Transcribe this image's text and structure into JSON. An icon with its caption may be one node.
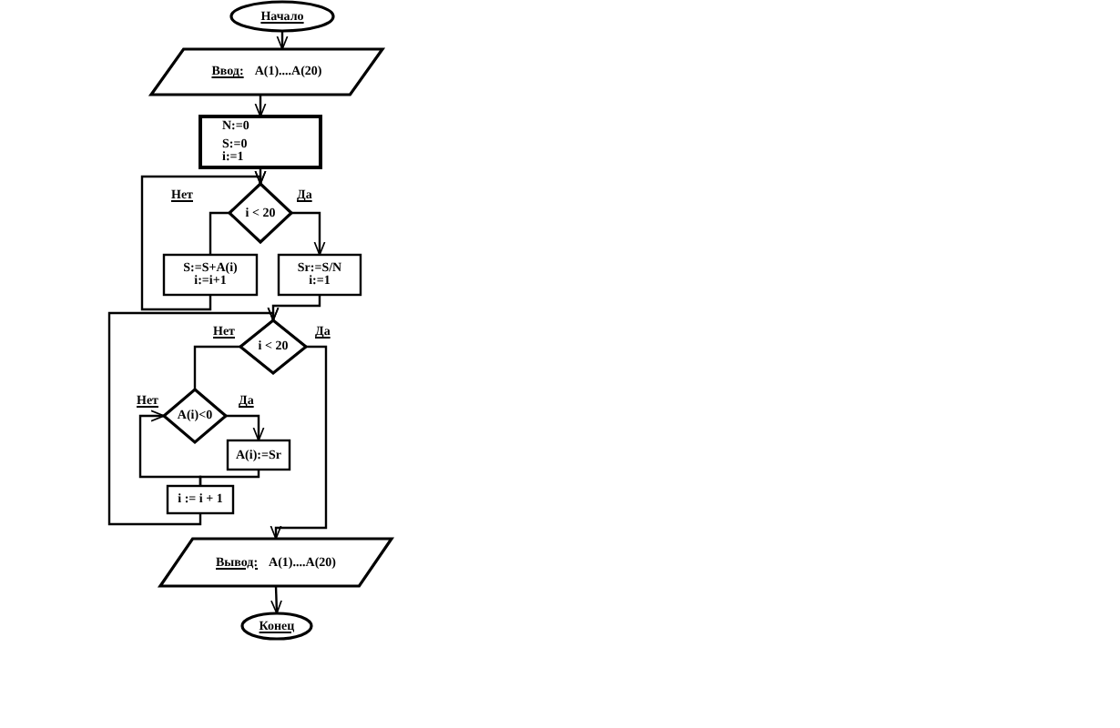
{
  "diagram": {
    "nodes": [
      {
        "text": [
          "Начало"
        ]
      },
      {
        "text": [
          "Ввод:",
          "A(1)....A(20)"
        ]
      },
      {
        "text": [
          "N:=0",
          "S:=0",
          "i:=1"
        ]
      },
      {
        "text": [
          "i < 20"
        ]
      },
      {
        "text": [
          "S:=S+A(i)",
          "i:=i+1"
        ]
      },
      {
        "text": [
          "Sr:=S/N",
          "i:=1"
        ]
      },
      {
        "text": [
          "i < 20"
        ]
      },
      {
        "text": [
          "A(i)<0"
        ]
      },
      {
        "text": [
          "A(i):=Sr"
        ]
      },
      {
        "text": [
          "i := i + 1"
        ]
      },
      {
        "text": [
          "Вывод:",
          "A(1)....A(20)"
        ]
      },
      {
        "text": [
          "Конец"
        ]
      }
    ],
    "edges": [
      {
        "from": 0,
        "to": 1,
        "arrow": "to"
      },
      {
        "from": 1,
        "to": 2,
        "arrow": "to"
      },
      {
        "from": 2,
        "to": 3,
        "arrow": "to"
      },
      {
        "from": 3,
        "to": 4,
        "arrow": "none",
        "label": "Нет"
      },
      {
        "from": 3,
        "to": 5,
        "arrow": "to",
        "label": "Да"
      },
      {
        "from": 4,
        "to": 3,
        "arrow": "to"
      },
      {
        "from": 5,
        "to": 6,
        "arrow": "to"
      },
      {
        "from": 6,
        "to": 7,
        "arrow": "none",
        "label": "Нет"
      },
      {
        "from": 6,
        "to": 10,
        "arrow": "to",
        "label": "Да"
      },
      {
        "from": 7,
        "to": 8,
        "arrow": "to",
        "label": "Да"
      },
      {
        "from": 8,
        "to": 9,
        "arrow": "none"
      },
      {
        "from": 9,
        "to": 7,
        "arrow": "to",
        "label": "Нет"
      },
      {
        "from": 9,
        "to": 6,
        "arrow": "to"
      },
      {
        "from": 10,
        "to": 11,
        "arrow": "to"
      }
    ]
  }
}
